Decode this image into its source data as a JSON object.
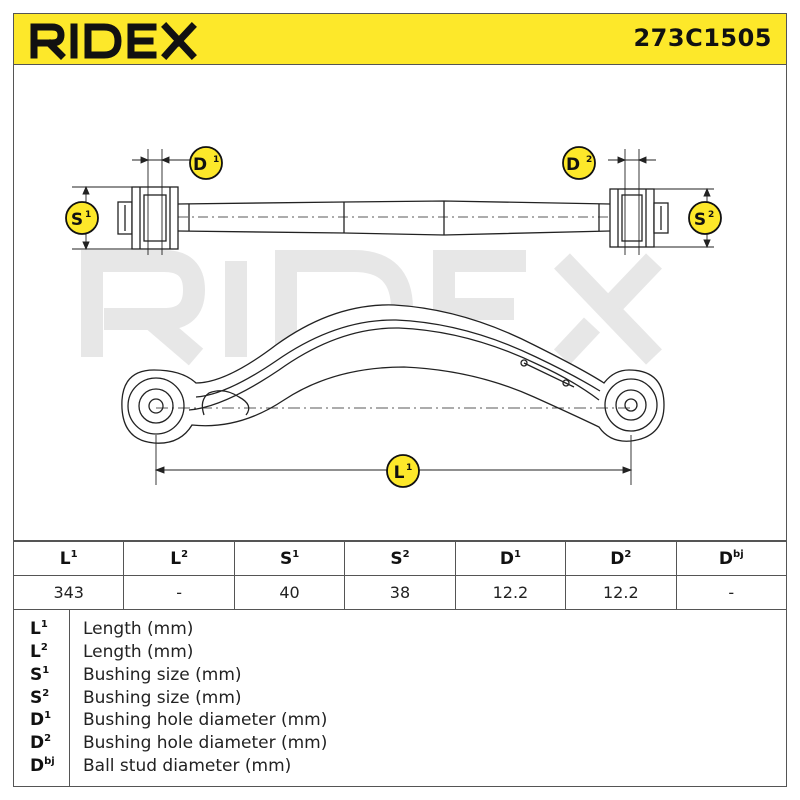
{
  "header": {
    "brand": "RIDEX",
    "part_number": "273C1505",
    "brand_color": "#111111",
    "background_color": "#fde82a"
  },
  "drawing": {
    "labels": {
      "d1": {
        "base": "D",
        "sup": "1"
      },
      "d2": {
        "base": "D",
        "sup": "2"
      },
      "s1": {
        "base": "S",
        "sup": "1"
      },
      "s2": {
        "base": "S",
        "sup": "2"
      },
      "l1": {
        "base": "L",
        "sup": "1"
      }
    },
    "label_circle_color": "#fde82a",
    "watermark": "RIDEX"
  },
  "specs": {
    "headers": [
      {
        "base": "L",
        "sup": "1"
      },
      {
        "base": "L",
        "sup": "2"
      },
      {
        "base": "S",
        "sup": "1"
      },
      {
        "base": "S",
        "sup": "2"
      },
      {
        "base": "D",
        "sup": "1"
      },
      {
        "base": "D",
        "sup": "2"
      },
      {
        "base": "D",
        "sup": "bj"
      }
    ],
    "values": [
      "343",
      "-",
      "40",
      "38",
      "12.2",
      "12.2",
      "-"
    ]
  },
  "legend": [
    {
      "base": "L",
      "sup": "1",
      "desc": "Length (mm)"
    },
    {
      "base": "L",
      "sup": "2",
      "desc": "Length (mm)"
    },
    {
      "base": "S",
      "sup": "1",
      "desc": "Bushing size (mm)"
    },
    {
      "base": "S",
      "sup": "2",
      "desc": "Bushing size (mm)"
    },
    {
      "base": "D",
      "sup": "1",
      "desc": "Bushing hole diameter (mm)"
    },
    {
      "base": "D",
      "sup": "2",
      "desc": "Bushing hole diameter (mm)"
    },
    {
      "base": "D",
      "sup": "bj",
      "desc": "Ball stud diameter (mm)"
    }
  ]
}
